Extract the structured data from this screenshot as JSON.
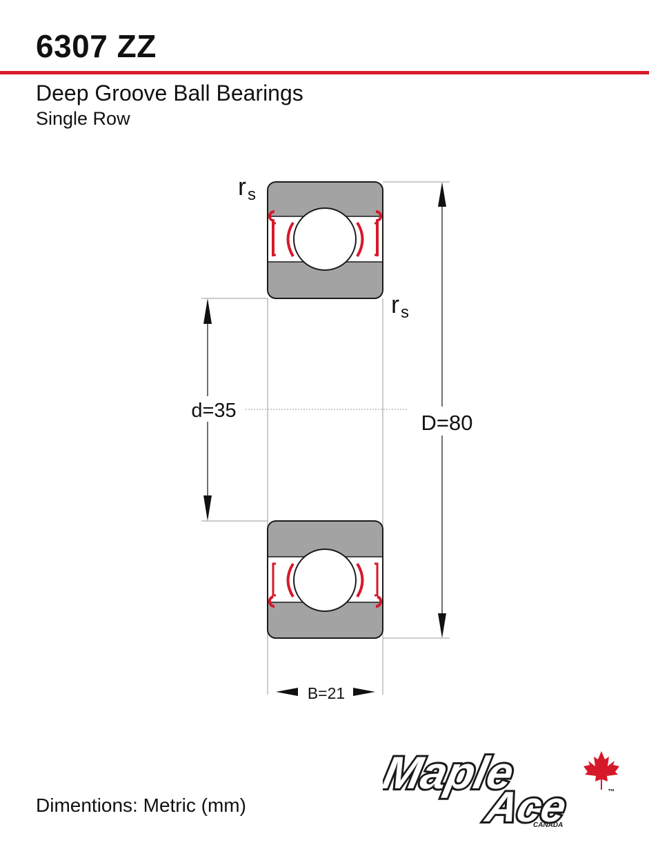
{
  "header": {
    "title": "6307 ZZ",
    "subtitle": "Deep Groove Ball Bearings",
    "subsubtitle": "Single Row"
  },
  "diagram": {
    "radius_symbol": "r",
    "radius_subscript": "s",
    "inner_diameter_label": "d=35",
    "outer_diameter_label": "D=80",
    "width_label": "B=21"
  },
  "footer": {
    "units_note": "Dimentions: Metric (mm)"
  },
  "logo": {
    "line1": "Maple",
    "line2": "Ace",
    "country": "CANADA",
    "trademark": "™"
  },
  "colors": {
    "accent": "#d6192a",
    "ring_gray": "#a3a3a3",
    "outline": "#1a1a1a",
    "dim_line": "#999999"
  }
}
